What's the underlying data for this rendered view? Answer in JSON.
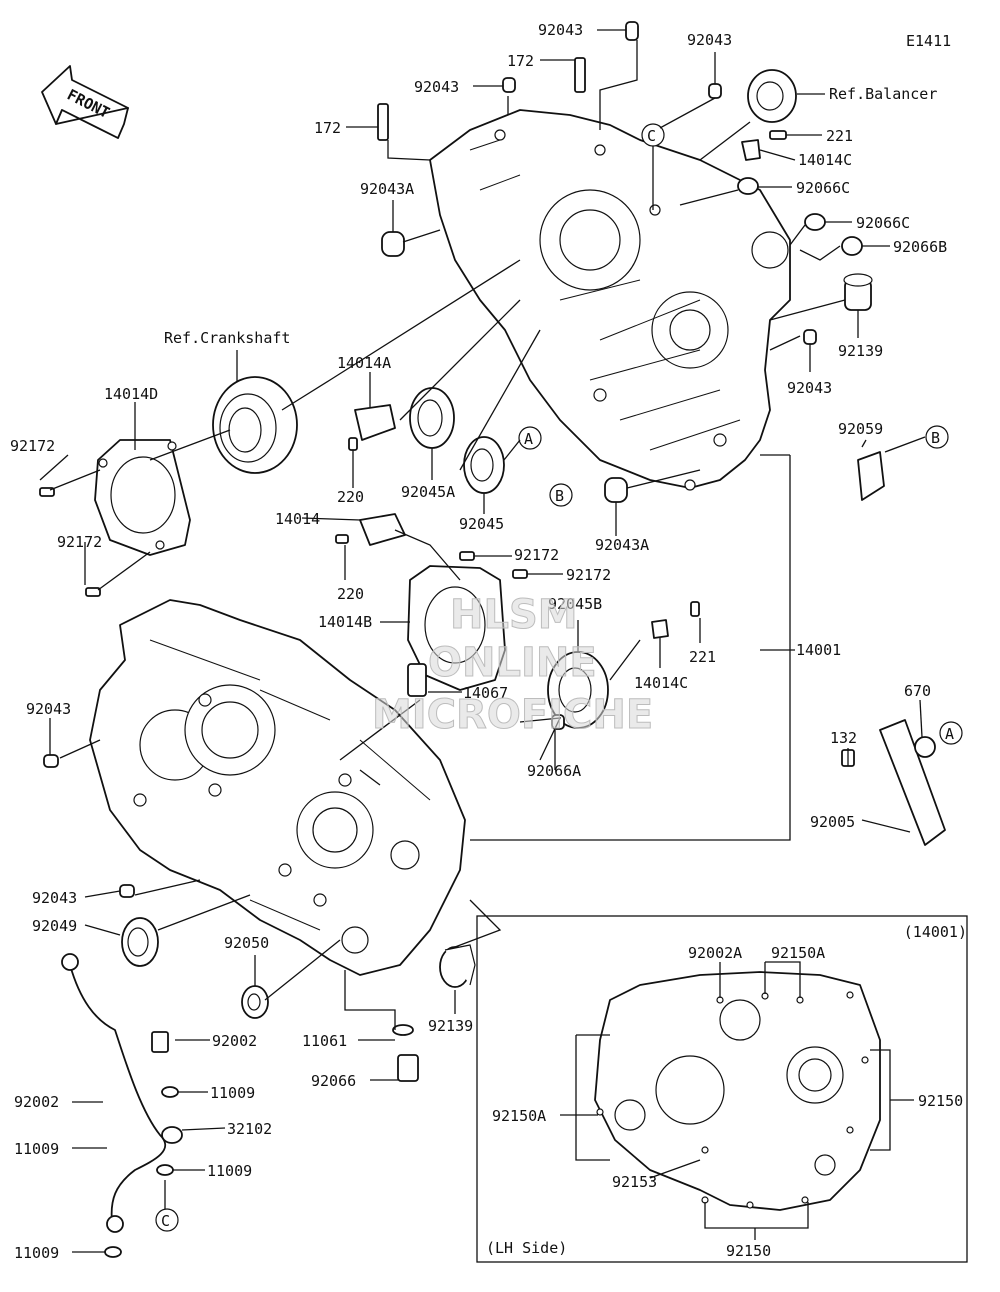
{
  "diagram": {
    "code": "E1411",
    "front_label": "FRONT",
    "watermark": [
      "HLSM",
      "ONLINE",
      "MICROFICHE"
    ],
    "inset": {
      "title": "(14001)",
      "side_label": "(LH Side)"
    },
    "callouts": {
      "A": "A",
      "B": "B",
      "C": "C"
    },
    "parts": {
      "p92043_top": "92043",
      "p92043_topr": "92043",
      "p172_top": "172",
      "p92043_mid": "92043",
      "p172_left": "172",
      "ref_balancer": "Ref.Balancer",
      "p221_top": "221",
      "p14014C_top": "14014C",
      "p92043A_top": "92043A",
      "p92066C_1": "92066C",
      "p92066C_2": "92066C",
      "p92066B": "92066B",
      "ref_crankshaft": "Ref.Crankshaft",
      "p92139_top": "92139",
      "p14014A": "14014A",
      "p92043_right": "92043",
      "p14014D": "14014D",
      "p92172_1": "92172",
      "p92059": "92059",
      "p220_1": "220",
      "p92045A": "92045A",
      "p92045": "92045",
      "p92043A_bot": "92043A",
      "p92172_2": "92172",
      "p14014": "14014",
      "p92172_3": "92172",
      "p92172_4": "92172",
      "p220_2": "220",
      "p92045B": "92045B",
      "p14014B": "14014B",
      "p221_bot": "221",
      "p14001": "14001",
      "p14014C_bot": "14014C",
      "p14067": "14067",
      "p670": "670",
      "p92043_left": "92043",
      "p132": "132",
      "p92066A": "92066A",
      "p92005": "92005",
      "p92043_low": "92043",
      "p92049": "92049",
      "p92050": "92050",
      "p92139_bot": "92139",
      "p92002_1": "92002",
      "p11061": "11061",
      "p92066": "92066",
      "p11009_1": "11009",
      "p92002_2": "92002",
      "p32102": "32102",
      "p11009_2": "11009",
      "p11009_3": "11009",
      "p11009_4": "11009",
      "p92002A": "92002A",
      "p92150A_top": "92150A",
      "p92150_right": "92150",
      "p92150A_left": "92150A",
      "p92153": "92153",
      "p92150_bot": "92150"
    }
  }
}
